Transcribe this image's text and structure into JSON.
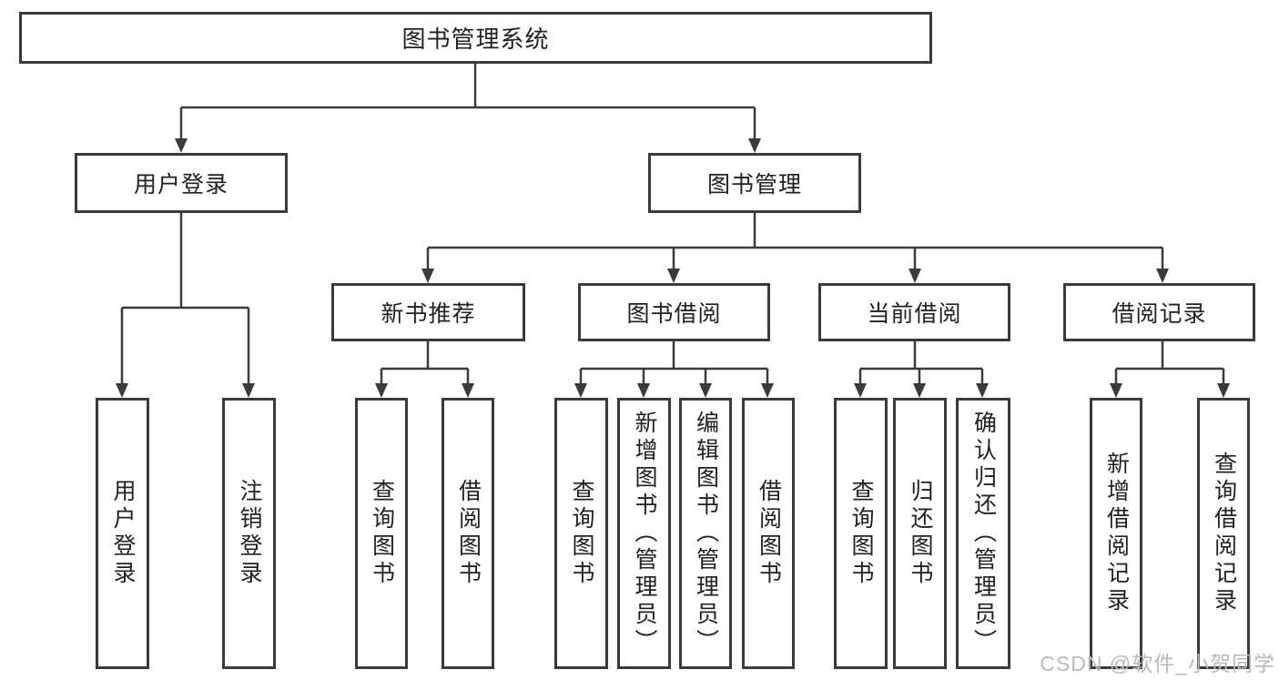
{
  "nodes": {
    "root": "图书管理系统",
    "user_login": "用户登录",
    "book_management": "图书管理",
    "new_book_recommend": "新书推荐",
    "book_borrowing": "图书借阅",
    "current_borrowing": "当前借阅",
    "borrowing_records": "借阅记录",
    "leaf_login": "用户登录",
    "leaf_logout": "注销登录",
    "nb_query": "查询图书",
    "nb_borrow": "借阅图书",
    "bw_query": "查询图书",
    "bw_add": "新增图书（管理员）",
    "bw_edit": "编辑图书（管理员）",
    "bw_borrow": "借阅图书",
    "cb_query": "查询图书",
    "cb_return": "归还图书",
    "cb_confirm": "确认归还（管理员）",
    "br_add": "新增借阅记录",
    "br_query": "查询借阅记录"
  },
  "hierarchy": {
    "root": [
      "user_login",
      "book_management"
    ],
    "user_login": [
      "leaf_login",
      "leaf_logout"
    ],
    "book_management": [
      "new_book_recommend",
      "book_borrowing",
      "current_borrowing",
      "borrowing_records"
    ],
    "new_book_recommend": [
      "nb_query",
      "nb_borrow"
    ],
    "book_borrowing": [
      "bw_query",
      "bw_add",
      "bw_edit",
      "bw_borrow"
    ],
    "current_borrowing": [
      "cb_query",
      "cb_return",
      "cb_confirm"
    ],
    "borrowing_records": [
      "br_add",
      "br_query"
    ]
  },
  "watermark": "CSDN @软件_小贺同学",
  "colors": {
    "line": "#3b3b3b",
    "text": "#212121",
    "watermark": "#b9b9b9",
    "background": "#ffffff"
  }
}
